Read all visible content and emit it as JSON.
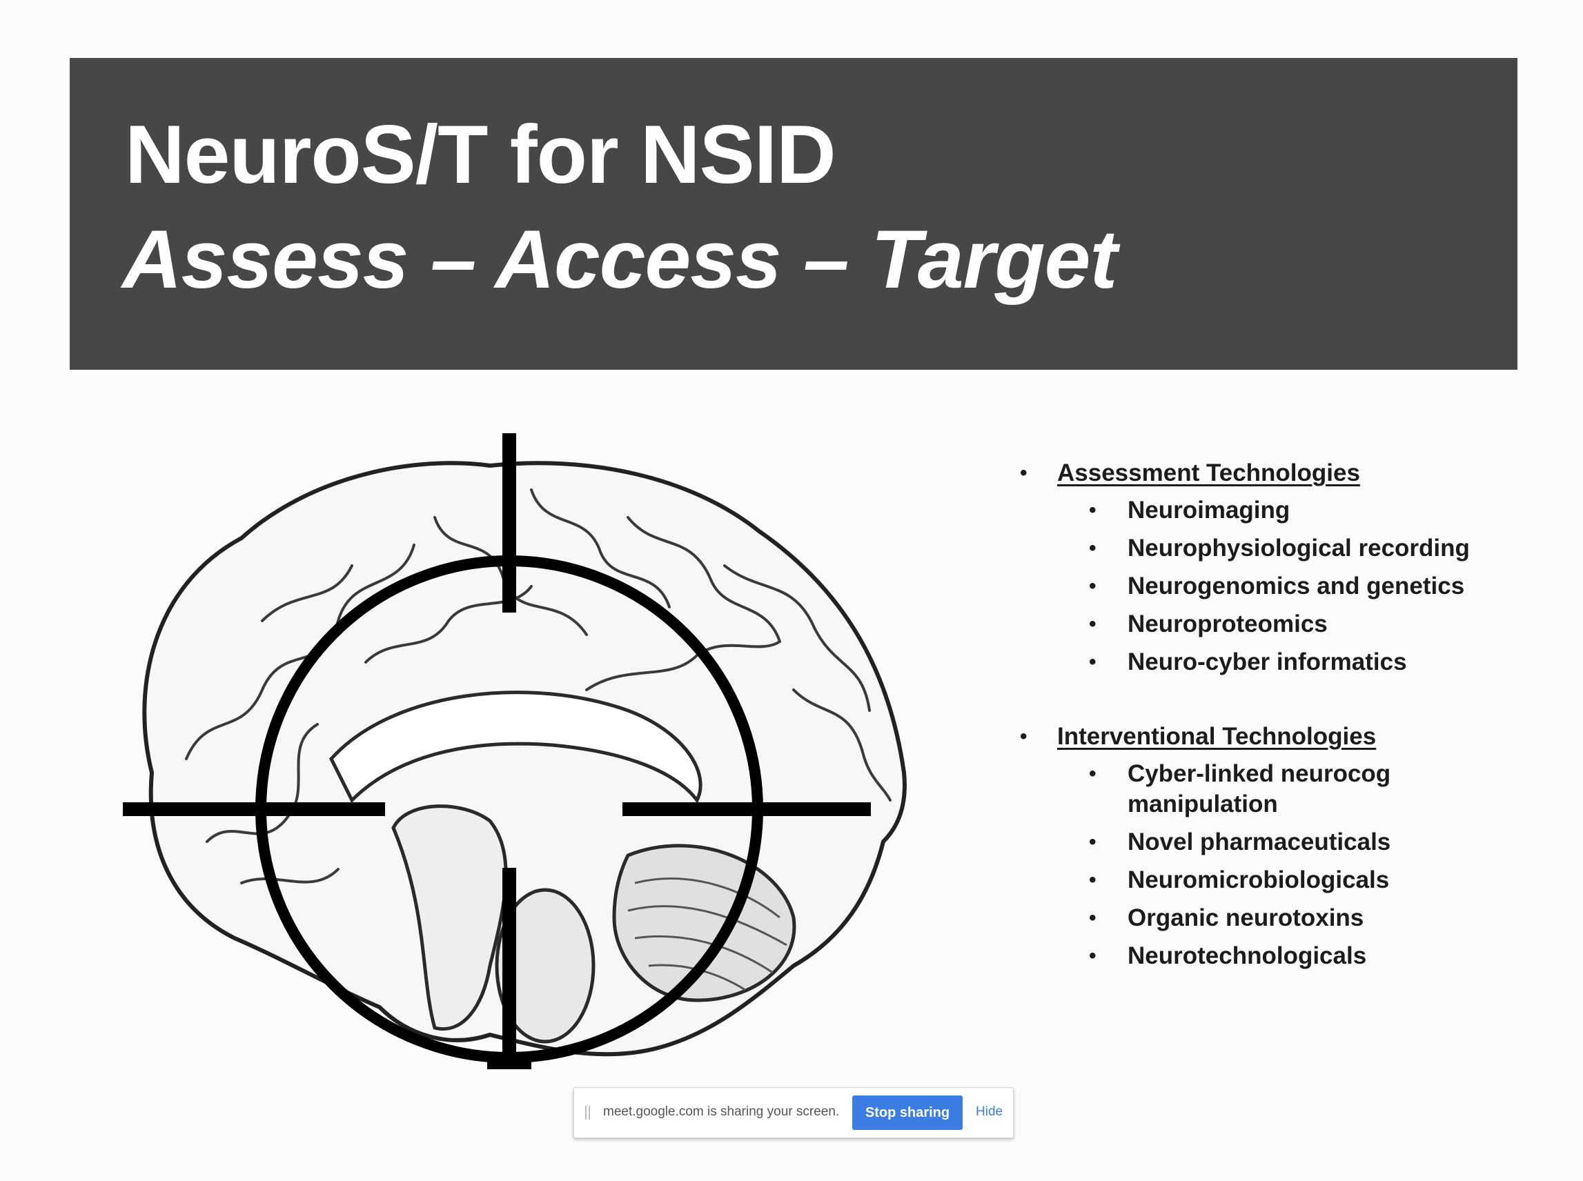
{
  "slide": {
    "title_line1": "NeuroS/T for NSID",
    "title_line2": "Assess – Access – Target",
    "title_bar_color": "#474747"
  },
  "bullets": [
    {
      "heading": "Assessment Technologies",
      "items": [
        "Neuroimaging",
        "Neurophysiological recording",
        "Neurogenomics and genetics",
        "Neuroproteomics",
        "Neuro-cyber informatics"
      ]
    },
    {
      "heading": "Interventional Technologies",
      "items": [
        "Cyber-linked neurocog manipulation",
        "Novel pharmaceuticals",
        "Neuromicrobiologicals",
        "Organic neurotoxins",
        "Neurotechnologicals"
      ]
    }
  ],
  "share_bar": {
    "message": "meet.google.com is sharing your screen.",
    "stop_label": "Stop sharing",
    "hide_label": "Hide",
    "accent_color": "#3b7de3"
  },
  "icons": {
    "illustration": "brain-crosshair-icon",
    "grip": "drag-handle-icon"
  }
}
